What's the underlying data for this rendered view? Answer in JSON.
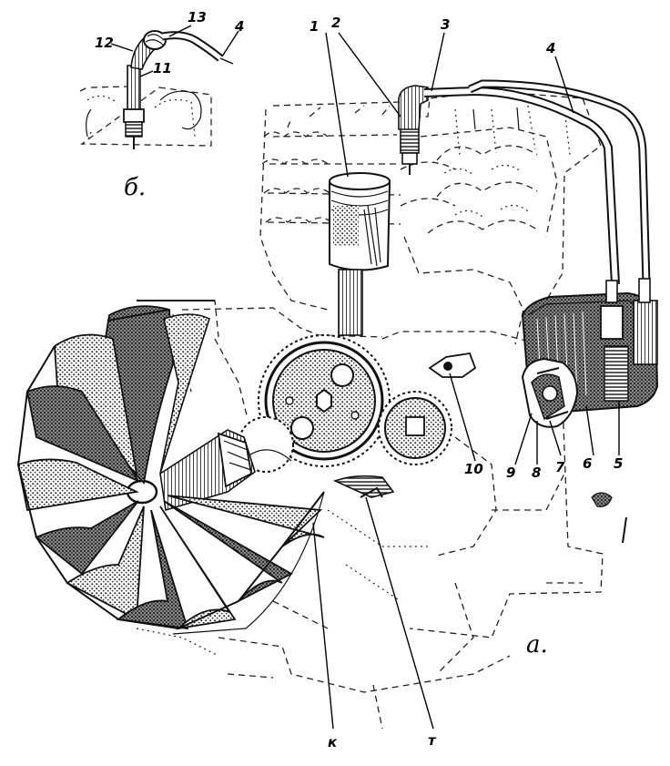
{
  "labels": {
    "n1": "1",
    "n2": "2",
    "n3": "3",
    "n4": "4",
    "n5": "5",
    "n6": "6",
    "n7": "7",
    "n8": "8",
    "n9": "9",
    "n10": "10",
    "n11": "11",
    "n12": "12",
    "n13": "13",
    "n4b": "4",
    "inset": "б.",
    "main": "а.",
    "k": "к",
    "t": "т"
  },
  "colors": {
    "ink": "#111111",
    "paper": "#ffffff",
    "shade": "#6e6e6e"
  }
}
